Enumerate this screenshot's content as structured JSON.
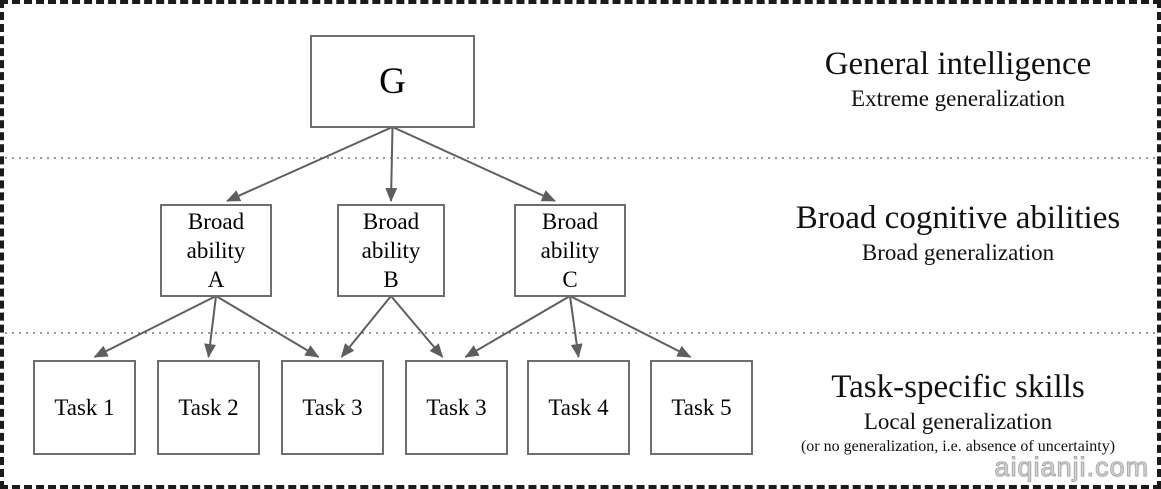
{
  "diagram": {
    "root": {
      "id": "g",
      "label": "G"
    },
    "broad_abilities": [
      {
        "id": "a",
        "lines": [
          "Broad",
          "ability",
          "A"
        ]
      },
      {
        "id": "b",
        "lines": [
          "Broad",
          "ability",
          "B"
        ]
      },
      {
        "id": "c",
        "lines": [
          "Broad",
          "ability",
          "C"
        ]
      }
    ],
    "tasks": [
      {
        "id": "t1",
        "label": "Task 1"
      },
      {
        "id": "t2",
        "label": "Task 2"
      },
      {
        "id": "t3",
        "label": "Task 3"
      },
      {
        "id": "t3b",
        "label": "Task 3"
      },
      {
        "id": "t4",
        "label": "Task 4"
      },
      {
        "id": "t5",
        "label": "Task 5"
      }
    ],
    "edges": [
      {
        "from": "g",
        "to": "a"
      },
      {
        "from": "g",
        "to": "b"
      },
      {
        "from": "g",
        "to": "c"
      },
      {
        "from": "a",
        "to": "t1"
      },
      {
        "from": "a",
        "to": "t2"
      },
      {
        "from": "a",
        "to": "t3"
      },
      {
        "from": "b",
        "to": "t3"
      },
      {
        "from": "b",
        "to": "t3b"
      },
      {
        "from": "c",
        "to": "t3b"
      },
      {
        "from": "c",
        "to": "t4"
      },
      {
        "from": "c",
        "to": "t5"
      }
    ]
  },
  "annotations": {
    "levels": [
      {
        "title": "General intelligence",
        "subtitle": "Extreme generalization"
      },
      {
        "title": "Broad cognitive abilities",
        "subtitle": "Broad generalization"
      },
      {
        "title": "Task-specific skills",
        "subtitle": "Local generalization",
        "note": "(or no generalization, i.e. absence of uncertainty)"
      }
    ],
    "watermark": "aiqianji.com"
  },
  "colors": {
    "line": "#5e5e5e",
    "box_border": "#6e6e6e",
    "separator": "#7a7a7a",
    "text": "#111111",
    "watermark": "#ababab"
  }
}
